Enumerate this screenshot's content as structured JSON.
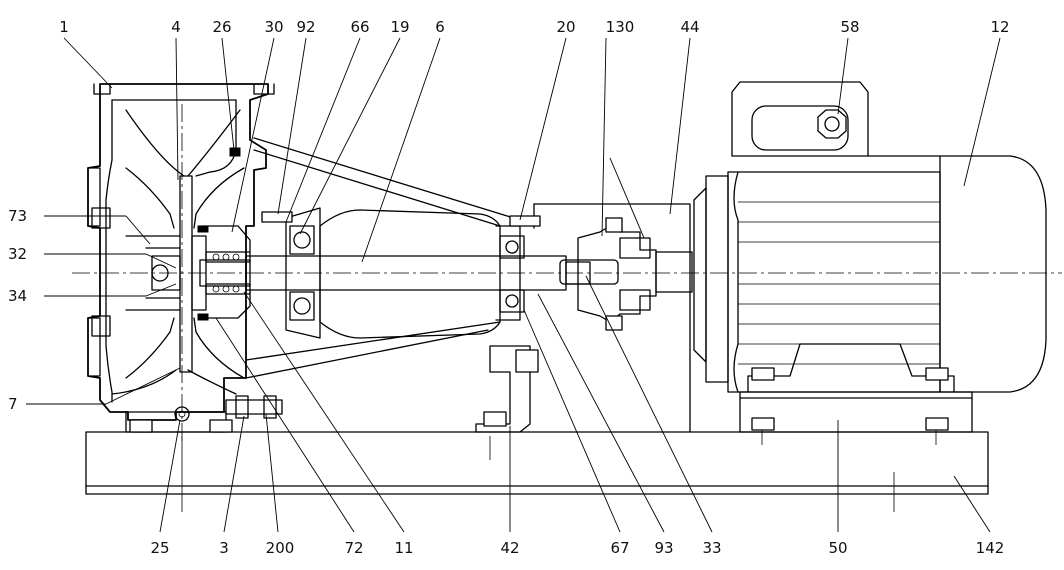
{
  "labels_top": [
    {
      "id": "part-1",
      "text": "1"
    },
    {
      "id": "part-4",
      "text": "4"
    },
    {
      "id": "part-26",
      "text": "26"
    },
    {
      "id": "part-30",
      "text": "30"
    },
    {
      "id": "part-92",
      "text": "92"
    },
    {
      "id": "part-66",
      "text": "66"
    },
    {
      "id": "part-19",
      "text": "19"
    },
    {
      "id": "part-6",
      "text": "6"
    },
    {
      "id": "part-20",
      "text": "20"
    },
    {
      "id": "part-130",
      "text": "130"
    },
    {
      "id": "part-44",
      "text": "44"
    },
    {
      "id": "part-58",
      "text": "58"
    },
    {
      "id": "part-12",
      "text": "12"
    }
  ],
  "labels_left": [
    {
      "id": "part-73",
      "text": "73"
    },
    {
      "id": "part-32",
      "text": "32"
    },
    {
      "id": "part-34",
      "text": "34"
    },
    {
      "id": "part-7",
      "text": "7"
    }
  ],
  "labels_bottom": [
    {
      "id": "part-25",
      "text": "25"
    },
    {
      "id": "part-3",
      "text": "3"
    },
    {
      "id": "part-200",
      "text": "200"
    },
    {
      "id": "part-72",
      "text": "72"
    },
    {
      "id": "part-11",
      "text": "11"
    },
    {
      "id": "part-42",
      "text": "42"
    },
    {
      "id": "part-67",
      "text": "67"
    },
    {
      "id": "part-93",
      "text": "93"
    },
    {
      "id": "part-33",
      "text": "33"
    },
    {
      "id": "part-50",
      "text": "50"
    },
    {
      "id": "part-142",
      "text": "142"
    }
  ]
}
